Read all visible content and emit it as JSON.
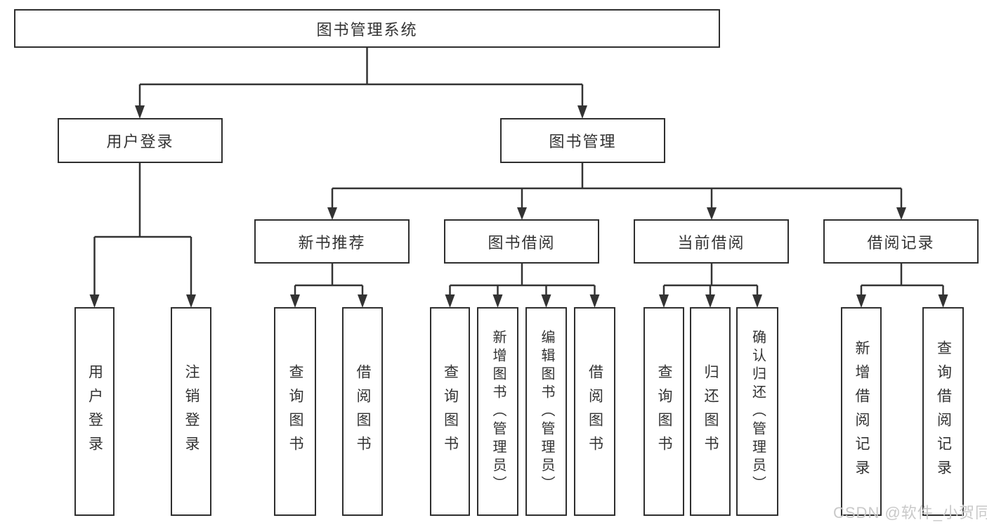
{
  "colors": {
    "background": "#ffffff",
    "box_border": "#2f2f2f",
    "line": "#333333",
    "text": "#333333",
    "watermark": "#c9c9c9"
  },
  "diagram": {
    "root": {
      "label": "图书管理系统"
    },
    "branches": [
      {
        "label": "用户登录",
        "children": [
          {
            "label": "用户登录"
          },
          {
            "label": "注销登录"
          }
        ]
      },
      {
        "label": "图书管理",
        "children": [
          {
            "label": "新书推荐",
            "children": [
              {
                "label": "查询图书"
              },
              {
                "label": "借阅图书"
              }
            ]
          },
          {
            "label": "图书借阅",
            "children": [
              {
                "label": "查询图书"
              },
              {
                "label": "新增图书（管理员）"
              },
              {
                "label": "编辑图书（管理员）"
              },
              {
                "label": "借阅图书"
              }
            ]
          },
          {
            "label": "当前借阅",
            "children": [
              {
                "label": "查询图书"
              },
              {
                "label": "归还图书"
              },
              {
                "label": "确认归还（管理员）"
              }
            ]
          },
          {
            "label": "借阅记录",
            "children": [
              {
                "label": "新增借阅记录"
              },
              {
                "label": "查询借阅记录"
              }
            ]
          }
        ]
      }
    ]
  },
  "watermark": {
    "text": "CSDN @软件_小贺同学"
  }
}
